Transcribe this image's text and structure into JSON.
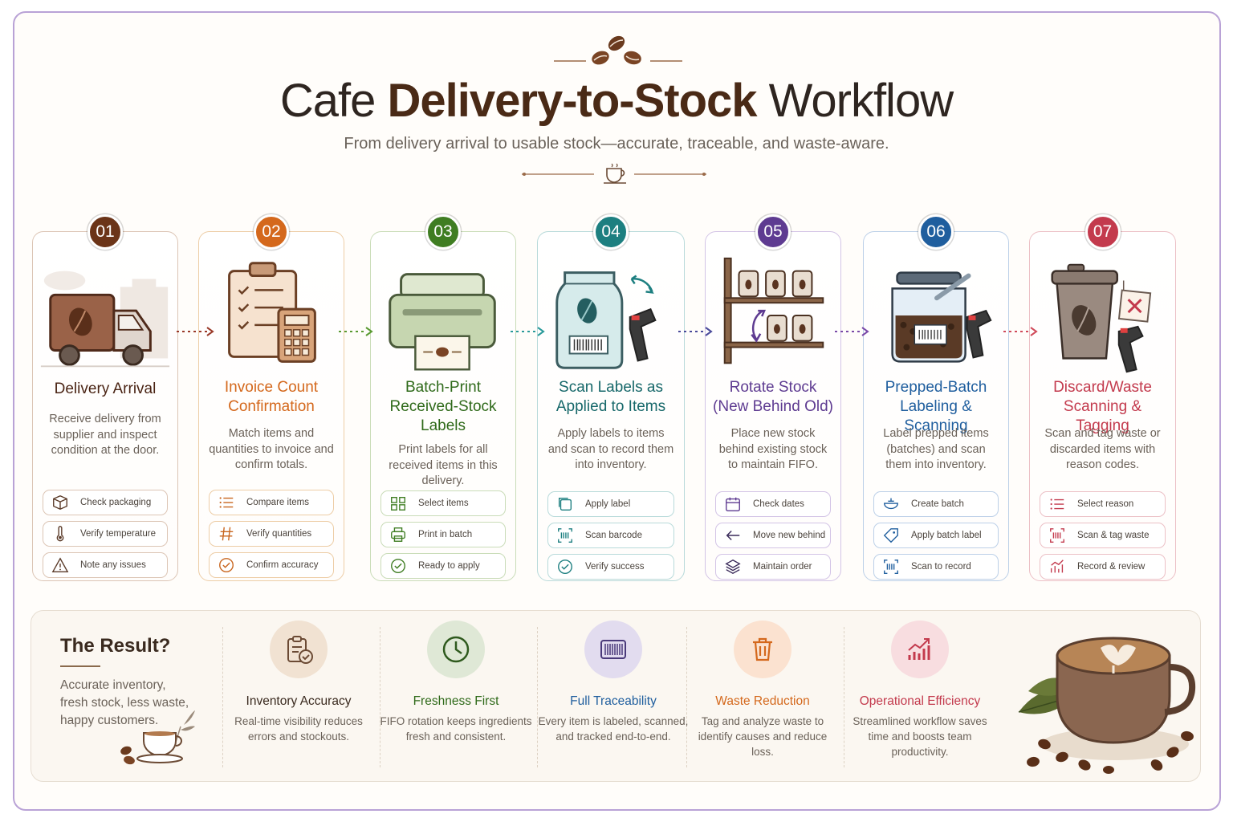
{
  "header": {
    "title_pre": "Cafe ",
    "title_bold": "Delivery-to-Stock",
    "title_post": " Workflow",
    "subtitle": "From delivery arrival to usable stock—accurate, traceable, and waste-aware."
  },
  "colors": {
    "step1": "#6b3418",
    "step2": "#d4681c",
    "step3": "#3f7d22",
    "step4": "#1d7f80",
    "step5": "#5e3b91",
    "step6": "#1f5e9e",
    "step7": "#c33a4d"
  },
  "steps": [
    {
      "number": "01",
      "title": "Delivery Arrival",
      "description": "Receive delivery from supplier and inspect condition at the door.",
      "actions": [
        {
          "label": "Check packaging",
          "icon": "box-icon"
        },
        {
          "label": "Verify temperature",
          "icon": "thermometer-icon"
        },
        {
          "label": "Note any issues",
          "icon": "warning-icon"
        }
      ]
    },
    {
      "number": "02",
      "title": "Invoice Count Confirmation",
      "description": "Match items and quantities to invoice and confirm totals.",
      "actions": [
        {
          "label": "Compare items",
          "icon": "list-icon"
        },
        {
          "label": "Verify quantities",
          "icon": "hash-icon"
        },
        {
          "label": "Confirm accuracy",
          "icon": "check-circle-icon"
        }
      ]
    },
    {
      "number": "03",
      "title": "Batch-Print Received-Stock Labels",
      "description": "Print labels for all received items in this delivery.",
      "actions": [
        {
          "label": "Select items",
          "icon": "grid-icon"
        },
        {
          "label": "Print in batch",
          "icon": "printer-icon"
        },
        {
          "label": "Ready to apply",
          "icon": "check-circle-icon"
        }
      ]
    },
    {
      "number": "04",
      "title": "Scan Labels as Applied to Items",
      "description": "Apply labels to items and scan to record them into inventory.",
      "actions": [
        {
          "label": "Apply label",
          "icon": "label-icon"
        },
        {
          "label": "Scan barcode",
          "icon": "barcode-icon"
        },
        {
          "label": "Verify success",
          "icon": "check-circle-icon"
        }
      ]
    },
    {
      "number": "05",
      "title": "Rotate Stock (New Behind Old)",
      "description": "Place new stock behind existing stock to maintain FIFO.",
      "actions": [
        {
          "label": "Check dates",
          "icon": "calendar-icon"
        },
        {
          "label": "Move new behind",
          "icon": "arrow-left-icon"
        },
        {
          "label": "Maintain order",
          "icon": "layers-icon"
        }
      ]
    },
    {
      "number": "06",
      "title": "Prepped-Batch Labeling & Scanning",
      "description": "Label prepped items (batches) and scan them into inventory.",
      "actions": [
        {
          "label": "Create batch",
          "icon": "bowl-icon"
        },
        {
          "label": "Apply batch label",
          "icon": "tag-icon"
        },
        {
          "label": "Scan to record",
          "icon": "barcode-icon"
        }
      ]
    },
    {
      "number": "07",
      "title": "Discard/Waste Scanning & Tagging",
      "description": "Scan and tag waste or discarded items with reason codes.",
      "actions": [
        {
          "label": "Select reason",
          "icon": "list-icon"
        },
        {
          "label": "Scan & tag waste",
          "icon": "barcode-icon"
        },
        {
          "label": "Record & review",
          "icon": "chart-icon"
        }
      ]
    }
  ],
  "result": {
    "title": "The Result?",
    "text": "Accurate inventory, fresh stock, less waste, happy customers.",
    "items": [
      {
        "title": "Inventory Accuracy",
        "description": "Real-time visibility reduces errors and stockouts.",
        "icon": "clipboard-check-icon"
      },
      {
        "title": "Freshness First",
        "description": "FIFO rotation keeps ingredients fresh and consistent.",
        "icon": "clock-icon"
      },
      {
        "title": "Full Traceability",
        "description": "Every item is labeled, scanned, and tracked end-to-end.",
        "icon": "barcode-icon"
      },
      {
        "title": "Waste Reduction",
        "description": "Tag and analyze waste to identify causes and reduce loss.",
        "icon": "trash-icon"
      },
      {
        "title": "Operational Efficiency",
        "description": "Streamlined workflow saves time and boosts team productivity.",
        "icon": "growth-chart-icon"
      }
    ]
  }
}
